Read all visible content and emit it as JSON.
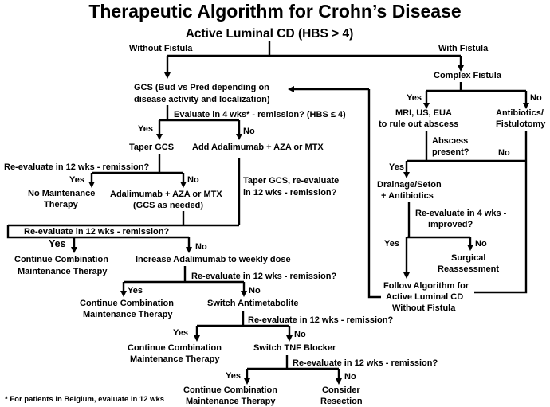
{
  "title": "Therapeutic Algorithm for Crohn’s Disease",
  "subtitle": "Active Luminal CD (HBS > 4)",
  "labels": {
    "without_fistula": "Without Fistula",
    "with_fistula": "With Fistula",
    "gcs_1": "GCS (Bud vs Pred depending on",
    "gcs_2": "disease activity and localization)",
    "eval4": "Evaluate in 4 wks* - remission? (HBS ≤ 4)",
    "yes": "Yes",
    "no": "No",
    "taper_gcs": "Taper GCS",
    "add_ada": "Add Adalimumab + AZA or MTX",
    "reeval_12": "Re-evaluate in 12 wks - remission?",
    "no_maint_1": "No Maintenance",
    "no_maint_2": "Therapy",
    "ada_aza_1": "Adalimumab + AZA or MTX",
    "ada_aza_2": "(GCS as needed)",
    "taper_reeval_1": "Taper GCS, re-evaluate",
    "taper_reeval_2": "in 12 wks - remission?",
    "cont_comb_1": "Continue Combination",
    "cont_comb_2": "Maintenance Therapy",
    "increase_ada": "Increase Adalimumab to weekly dose",
    "switch_anti": "Switch Antimetabolite",
    "switch_tnf": "Switch TNF Blocker",
    "consider": "Consider",
    "resection": "Resection",
    "complex_fistula": "Complex Fistula",
    "mri_1": "MRI, US, EUA",
    "mri_2": "to rule out abscess",
    "abx_1": "Antibiotics/",
    "abx_2": "Fistulotomy",
    "abscess_1": "Abscess",
    "abscess_2": "present?",
    "drain_1": "Drainage/Seton",
    "drain_2": "+ Antibiotics",
    "reeval4_1": "Re-evaluate in 4 wks -",
    "reeval4_2": "improved?",
    "surg_1": "Surgical",
    "surg_2": "Reassessment",
    "follow_1": "Follow Algorithm for",
    "follow_2": "Active Luminal CD",
    "follow_3": "Without Fistula",
    "footnote": "* For patients in Belgium, evaluate in 12 wks"
  }
}
